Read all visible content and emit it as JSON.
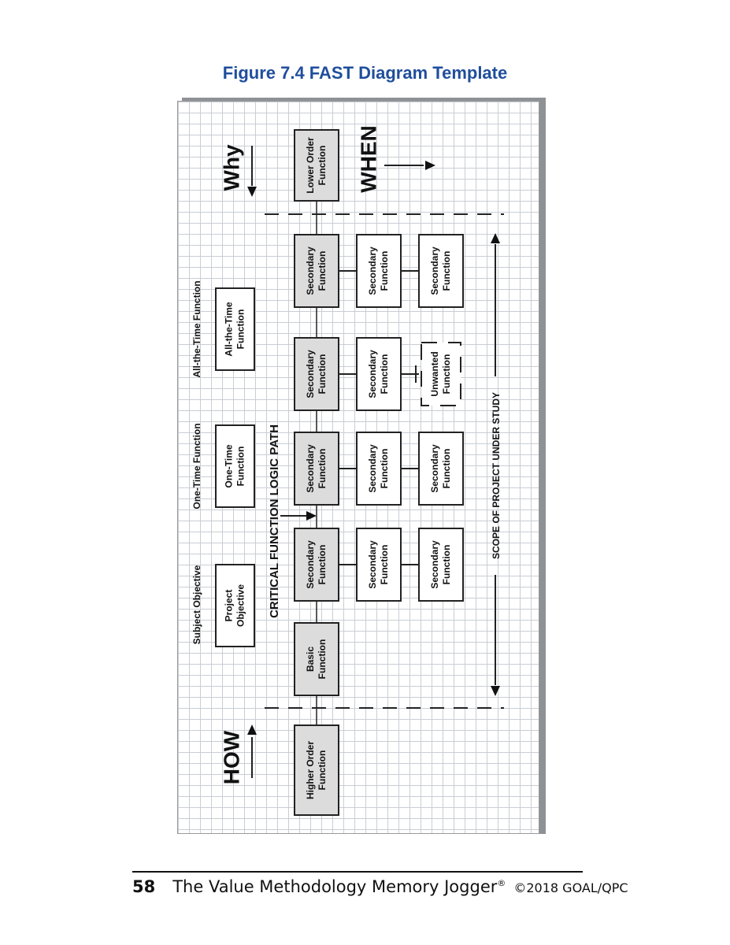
{
  "figure_title": "Figure 7.4 FAST Diagram Template",
  "footer": {
    "page_number": "58",
    "book_title": "The Value Methodology Memory Jogger",
    "registered_mark": "®",
    "copyright": "©2018 GOAL/QPC"
  },
  "diagram": {
    "why_label": "Why",
    "how_label": "HOW",
    "when_label": "WHEN",
    "critical_path_label": "CRITICAL FUNCTION LOGIC PATH",
    "scope_label": "SCOPE OF PROJECT UNDER STUDY",
    "category_labels": {
      "subject": "Subject Objective",
      "one_time": "One-Time Function",
      "all_time": "All-the-Time Function"
    },
    "boxes": {
      "higher_order": [
        "Higher Order",
        "Function"
      ],
      "basic": [
        "Basic",
        "Function"
      ],
      "secondary": [
        "Secondary",
        "Function"
      ],
      "lower_order": [
        "Lower Order",
        "Function"
      ],
      "unwanted": [
        "Unwanted",
        "Function"
      ],
      "project_objective": [
        "Project",
        "Objective"
      ],
      "one_time": [
        "One-Time",
        "Function"
      ],
      "all_time": [
        "All-the-Time",
        "Function"
      ]
    }
  }
}
